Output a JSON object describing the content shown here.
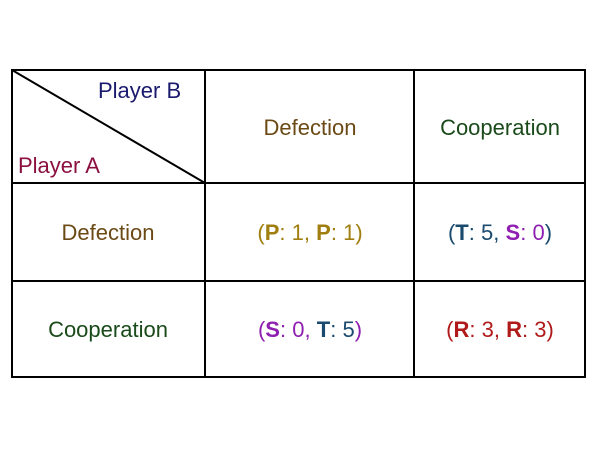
{
  "corner": {
    "player_b": "Player B",
    "player_a": "Player A"
  },
  "columns": [
    "Defection",
    "Cooperation"
  ],
  "rows": [
    "Defection",
    "Cooperation"
  ],
  "payoffs": [
    [
      {
        "open": "(",
        "a_code": "P",
        "a_val": "1",
        "sep": ",",
        "b_code": "P",
        "b_val": "1",
        "close": ")"
      },
      {
        "open": "(",
        "a_code": "T",
        "a_val": "5",
        "sep": ",",
        "b_code": "S",
        "b_val": "0",
        "close": ")"
      }
    ],
    [
      {
        "open": "(",
        "a_code": "S",
        "a_val": "0",
        "sep": ",",
        "b_code": "T",
        "b_val": "5",
        "close": ")"
      },
      {
        "open": "(",
        "a_code": "R",
        "a_val": "3",
        "sep": ",",
        "b_code": "R",
        "b_val": "3",
        "close": ")"
      }
    ]
  ],
  "colors": {
    "player_b": "#1a1a6e",
    "player_a": "#8b1040",
    "defection": "#6b4a16",
    "cooperation": "#1a4a1a",
    "P": "#a07f10",
    "T": "#1a4a6e",
    "S": "#8e1fb0",
    "R": "#b01a1a"
  }
}
